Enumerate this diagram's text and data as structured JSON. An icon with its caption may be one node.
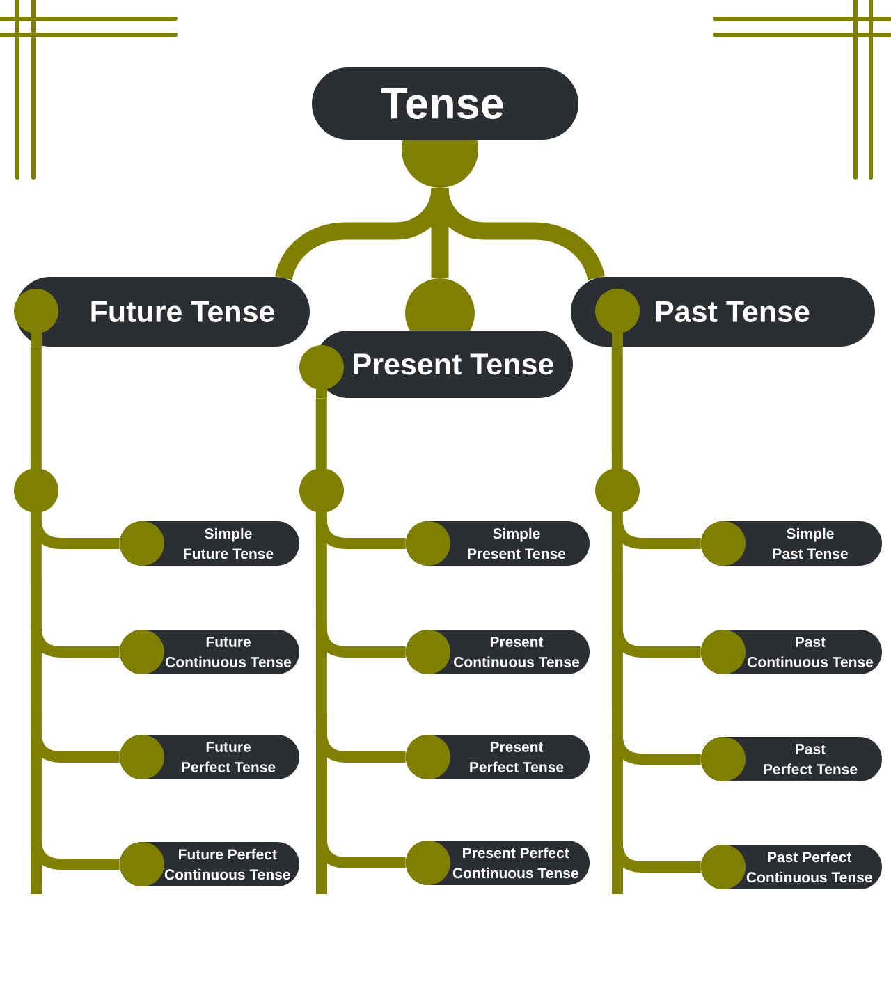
{
  "diagram": {
    "nodes": [
      {
        "text": [
          "Tense"
        ]
      },
      {
        "text": [
          "Future Tense"
        ]
      },
      {
        "text": [
          "Present Tense"
        ]
      },
      {
        "text": [
          "Past Tense"
        ]
      },
      {
        "text": [
          "Simple Future Tense"
        ]
      },
      {
        "text": [
          "Future Continuous Tense"
        ]
      },
      {
        "text": [
          "Future Perfect Tense"
        ]
      },
      {
        "text": [
          "Future Perfect Continuous Tense"
        ]
      },
      {
        "text": [
          "Simple Present Tense"
        ]
      },
      {
        "text": [
          "Present Continuous Tense"
        ]
      },
      {
        "text": [
          "Present Perfect Tense"
        ]
      },
      {
        "text": [
          "Present Perfect Continuous Tense"
        ]
      },
      {
        "text": [
          "Simple Past Tense"
        ]
      },
      {
        "text": [
          "Past Continuous Tense"
        ]
      },
      {
        "text": [
          "Past Perfect Tense"
        ]
      },
      {
        "text": [
          "Past Perfect Continuous Tense"
        ]
      }
    ],
    "edges": [
      {
        "from": 0,
        "to": 1,
        "arrow": "none"
      },
      {
        "from": 0,
        "to": 2,
        "arrow": "none"
      },
      {
        "from": 0,
        "to": 3,
        "arrow": "none"
      },
      {
        "from": 1,
        "to": 4,
        "arrow": "none"
      },
      {
        "from": 1,
        "to": 5,
        "arrow": "none"
      },
      {
        "from": 1,
        "to": 6,
        "arrow": "none"
      },
      {
        "from": 1,
        "to": 7,
        "arrow": "none"
      },
      {
        "from": 2,
        "to": 8,
        "arrow": "none"
      },
      {
        "from": 2,
        "to": 9,
        "arrow": "none"
      },
      {
        "from": 2,
        "to": 10,
        "arrow": "none"
      },
      {
        "from": 2,
        "to": 11,
        "arrow": "none"
      },
      {
        "from": 3,
        "to": 12,
        "arrow": "none"
      },
      {
        "from": 3,
        "to": 13,
        "arrow": "none"
      },
      {
        "from": 3,
        "to": 14,
        "arrow": "none"
      },
      {
        "from": 3,
        "to": 15,
        "arrow": "none"
      }
    ]
  }
}
